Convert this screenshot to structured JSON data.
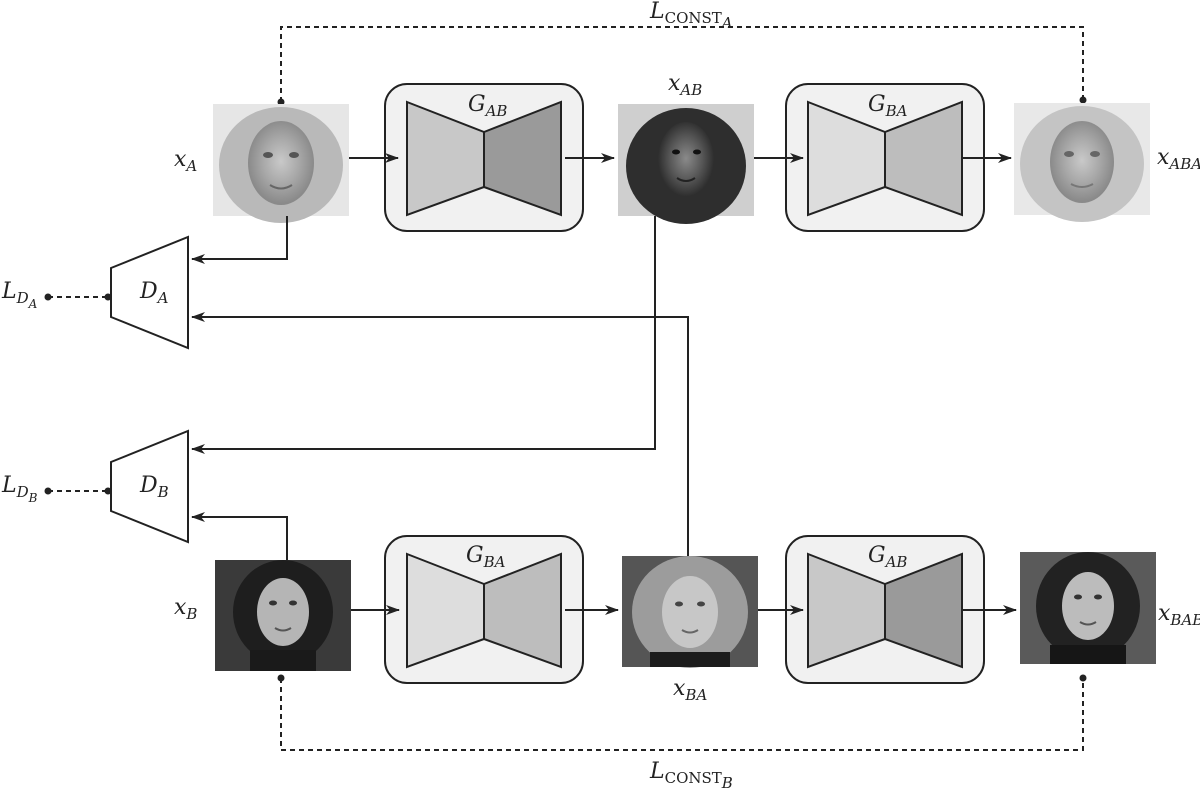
{
  "loss_const_a": {
    "main": "L",
    "sub": "CONST",
    "subsub": "A"
  },
  "loss_const_b": {
    "main": "L",
    "sub": "CONST",
    "subsub": "B"
  },
  "loss_d_a": {
    "main": "L",
    "sub": "D",
    "subsub": "A"
  },
  "loss_d_b": {
    "main": "L",
    "sub": "D",
    "subsub": "B"
  },
  "generator_ab_top": {
    "main": "G",
    "sub": "AB"
  },
  "generator_ba_top": {
    "main": "G",
    "sub": "BA"
  },
  "generator_ba_bottom": {
    "main": "G",
    "sub": "BA"
  },
  "generator_ab_bottom": {
    "main": "G",
    "sub": "AB"
  },
  "discriminator_a": {
    "main": "D",
    "sub": "A"
  },
  "discriminator_b": {
    "main": "D",
    "sub": "B"
  },
  "x_a": {
    "main": "x",
    "sub": "A"
  },
  "x_ab": {
    "main": "x",
    "sub": "AB"
  },
  "x_aba": {
    "main": "x",
    "sub": "ABA"
  },
  "x_b": {
    "main": "x",
    "sub": "B"
  },
  "x_ba": {
    "main": "x",
    "sub": "BA"
  },
  "x_bab": {
    "main": "x",
    "sub": "BAB"
  },
  "colors": {
    "frame_fill": "#f1f1f1",
    "encoder_light": "#dcdcdc",
    "encoder_mid": "#c4c4c4",
    "decoder_dark": "#9c9c9c",
    "decoder_mid": "#bdbdbd",
    "line": "#222222"
  }
}
